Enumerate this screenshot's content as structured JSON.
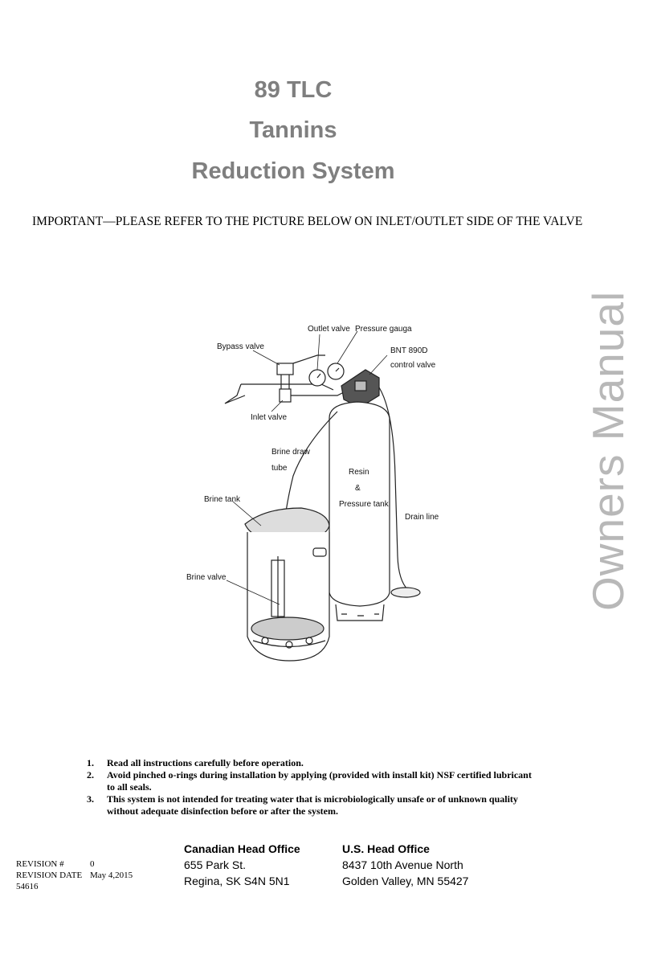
{
  "title": {
    "line1": "89 TLC",
    "line2": "Tannins",
    "line3": "Reduction System"
  },
  "important": "IMPORTANT—PLEASE REFER TO THE PICTURE BELOW ON INLET/OUTLET SIDE OF THE VALVE",
  "side_text": "Owners Manual",
  "figure": {
    "labels": {
      "outlet_valve": "Outlet valve",
      "pressure_gauga": "Pressure gauga",
      "bypass_valve": "Bypass valve",
      "control_valve_1": "BNT 890D",
      "control_valve_2": "control valve",
      "inlet_valve": "Inlet valve",
      "brine_draw_1": "Brine draw",
      "brine_draw_2": "tube",
      "resin": "Resin",
      "amp": "&",
      "pressure_tank": "Pressure tank",
      "brine_tank": "Brine tank",
      "drain_line": "Drain line",
      "brine_valve": "Brine valve"
    }
  },
  "instructions": [
    {
      "num": "1.",
      "text": "Read all instructions carefully before operation."
    },
    {
      "num": "2.",
      "text": "Avoid pinched o-rings during installation by applying (provided with install kit) NSF certified lubricant to all seals."
    },
    {
      "num": "3.",
      "text": "This system is not intended for treating water that is microbiologically unsafe or of unknown quality without adequate disinfection before or after the system."
    }
  ],
  "revision": {
    "revision_label": "REVISION #",
    "revision_value": "0",
    "date_label": "REVISION DATE",
    "date_value": "May 4,2015",
    "code": "54616"
  },
  "offices": {
    "canada": {
      "heading": "Canadian Head Office",
      "line1": "655 Park St.",
      "line2": "Regina, SK S4N 5N1"
    },
    "us": {
      "heading": "U.S. Head Office",
      "line1": "8437 10th Avenue North",
      "line2": "Golden Valley, MN 55427"
    }
  }
}
